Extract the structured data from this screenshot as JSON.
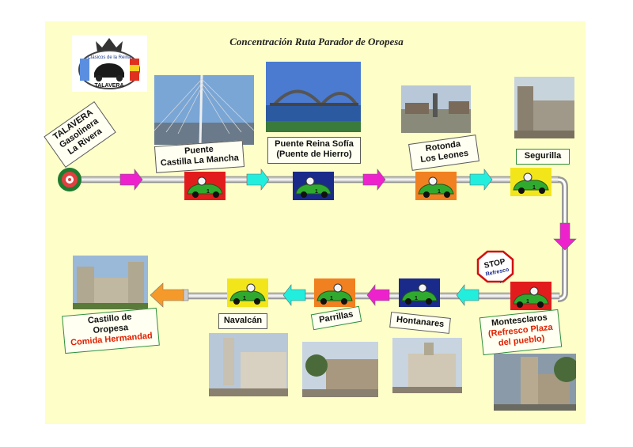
{
  "title": "Concentración Ruta Parador de Oropesa",
  "logo": {
    "arc_text": "Clásicos de la Reina",
    "bottom_text": "TALAVERA"
  },
  "stop_sign": {
    "line1": "STOP",
    "line2": "Refresco"
  },
  "stops": {
    "start": {
      "lines": [
        "TALAVERA",
        "Gasolinera",
        "La Rivera"
      ]
    },
    "puente_clm": {
      "lines": [
        "Puente",
        "Castilla La Mancha"
      ]
    },
    "puente_reina": {
      "lines": [
        "Puente Reina Sofía",
        "(Puente de Hierro)"
      ]
    },
    "rotonda": {
      "lines": [
        "Rotonda",
        "Los Leones"
      ]
    },
    "segurilla": {
      "lines": [
        "Segurilla"
      ]
    },
    "montesclaros": {
      "line1": "Montesclaros",
      "line2": "(Refresco Plaza",
      "line3": "del pueblo)"
    },
    "hontanares": {
      "lines": [
        "Hontanares"
      ]
    },
    "parrillas": {
      "lines": [
        "Parrillas"
      ]
    },
    "navalcan": {
      "lines": [
        "Navalcán"
      ]
    },
    "castillo": {
      "line1": "Castillo de",
      "line2": "Oropesa",
      "line3": "Comida Hermandad"
    }
  },
  "car_number": "1",
  "colors": {
    "stage_bg": "#fefec8",
    "label_border_green": "#2f8f3a",
    "highlight_red": "#e02000",
    "arrow_magenta": "#ee22cc",
    "arrow_cyan": "#22eedd",
    "arrow_orange": "#f59a2a",
    "car_green": "#2faa2f",
    "badge_red": "#e21c1c",
    "badge_navy": "#1a2a8a",
    "badge_orange": "#f08020",
    "badge_yellow": "#f2e61a"
  }
}
